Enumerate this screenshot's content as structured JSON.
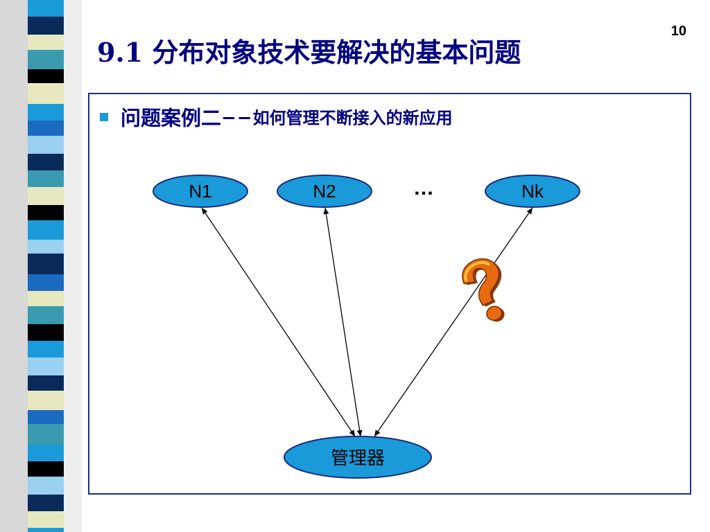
{
  "slide": {
    "page_number": "10",
    "title": "9.1 分布对象技术要解决的基本问题",
    "bullet": {
      "main": "问题案例二",
      "separator": "−−",
      "sub": "如何管理不断接入的新应用"
    }
  },
  "diagram": {
    "nodes": [
      {
        "id": "n1",
        "label": "N1"
      },
      {
        "id": "n2",
        "label": "N2"
      },
      {
        "id": "nk",
        "label": "Nk"
      }
    ],
    "ellipsis": "…",
    "manager": {
      "label": "管理器"
    },
    "question_icon": "question-mark-icon",
    "colors": {
      "node_fill": "#1a9ad8",
      "node_stroke": "#1c2a7a",
      "question_fill": "#e86a10",
      "question_highlight": "#f5c040",
      "title_color": "#000080",
      "frame_border": "#1a2e8c"
    }
  }
}
